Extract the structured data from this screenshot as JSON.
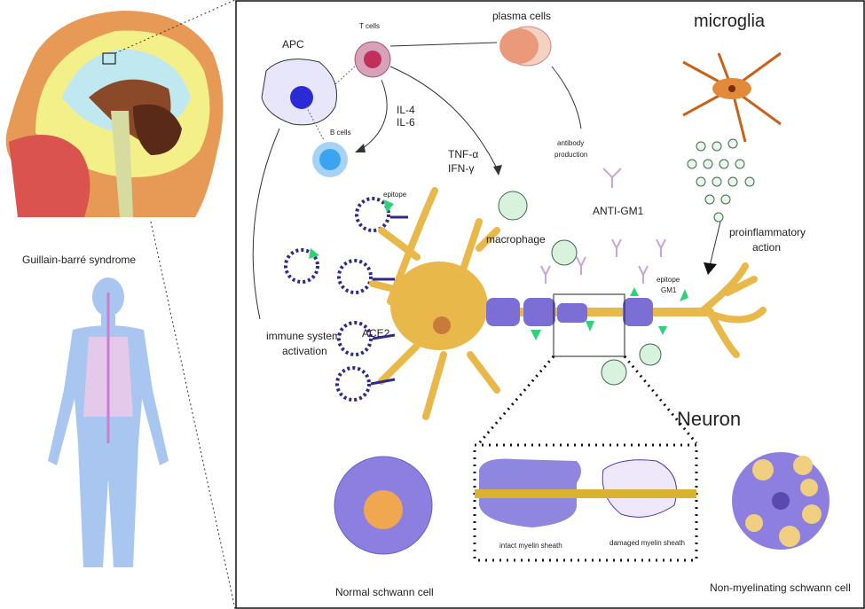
{
  "left": {
    "title": "Guillain-barré syndrome"
  },
  "labels": {
    "t_cells": "T cells",
    "plasma_cells": "plasma cells",
    "microglia": "microglia",
    "apc": "APC",
    "il4": "IL-4",
    "il6": "IL-6",
    "b_cells": "B cells",
    "tnf": "TNF-α",
    "ifn": "IFN-γ",
    "antibody_1": "antibody",
    "antibody_2": "production",
    "epitope": "epitope",
    "anti_gm1": "ANTI-GM1",
    "macrophage": "macrophage",
    "proinflam_1": "proinflammatory",
    "proinflam_2": "action",
    "epitope_gm1_1": "epitope",
    "epitope_gm1_2": "GM1",
    "ace2": "ACE2",
    "immune_1": "immune system",
    "immune_2": "activation",
    "neuron": "Neuron",
    "intact": "intact myelin sheath",
    "damaged": "damaged myelin sheath",
    "normal_schwann": "Normal schwann cell",
    "non_myel_schwann": "Non-myelinating schwann cell"
  },
  "colors": {
    "neuron": "#e8b84a",
    "myelin": "#7b6fd6",
    "virus": "#2e2a8c",
    "epitope": "#2fd27a",
    "antibody": "#c9a4d8"
  }
}
